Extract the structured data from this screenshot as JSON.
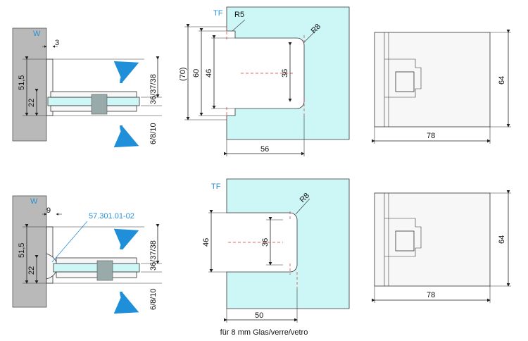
{
  "top_side": {
    "wall_label": "W",
    "d_wall_gap": "3",
    "d_height": "51,5",
    "d_inner": "22",
    "d_clamp": "36/37/38",
    "d_glass": "6/8/10"
  },
  "top_cutout": {
    "label": "TF",
    "radius_small": "R5",
    "radius_large": "R8",
    "d_outer": "(70)",
    "d_60": "60",
    "d_46": "46",
    "d_36": "36",
    "d_depth": "56"
  },
  "top_front": {
    "d_height": "64",
    "d_width": "78"
  },
  "bottom_side": {
    "wall_label": "W",
    "d_wall_gap": "9",
    "part_number": "57.301.01-02",
    "d_height": "51,5",
    "d_inner": "22",
    "d_clamp": "36/37/38",
    "d_glass": "6/8/10"
  },
  "bottom_cutout": {
    "label": "TF",
    "radius_large": "R8",
    "d_46": "46",
    "d_36": "36",
    "d_depth": "50"
  },
  "bottom_front": {
    "d_height": "64",
    "d_width": "78"
  },
  "caption": "für 8 mm Glas/verre/vetro",
  "colors": {
    "glass": "#cdf6f6",
    "wall": "#b9b9b9",
    "arrow": "#1e8fd8",
    "centerline": "#e03030",
    "label_blue": "#2a8fd6"
  }
}
